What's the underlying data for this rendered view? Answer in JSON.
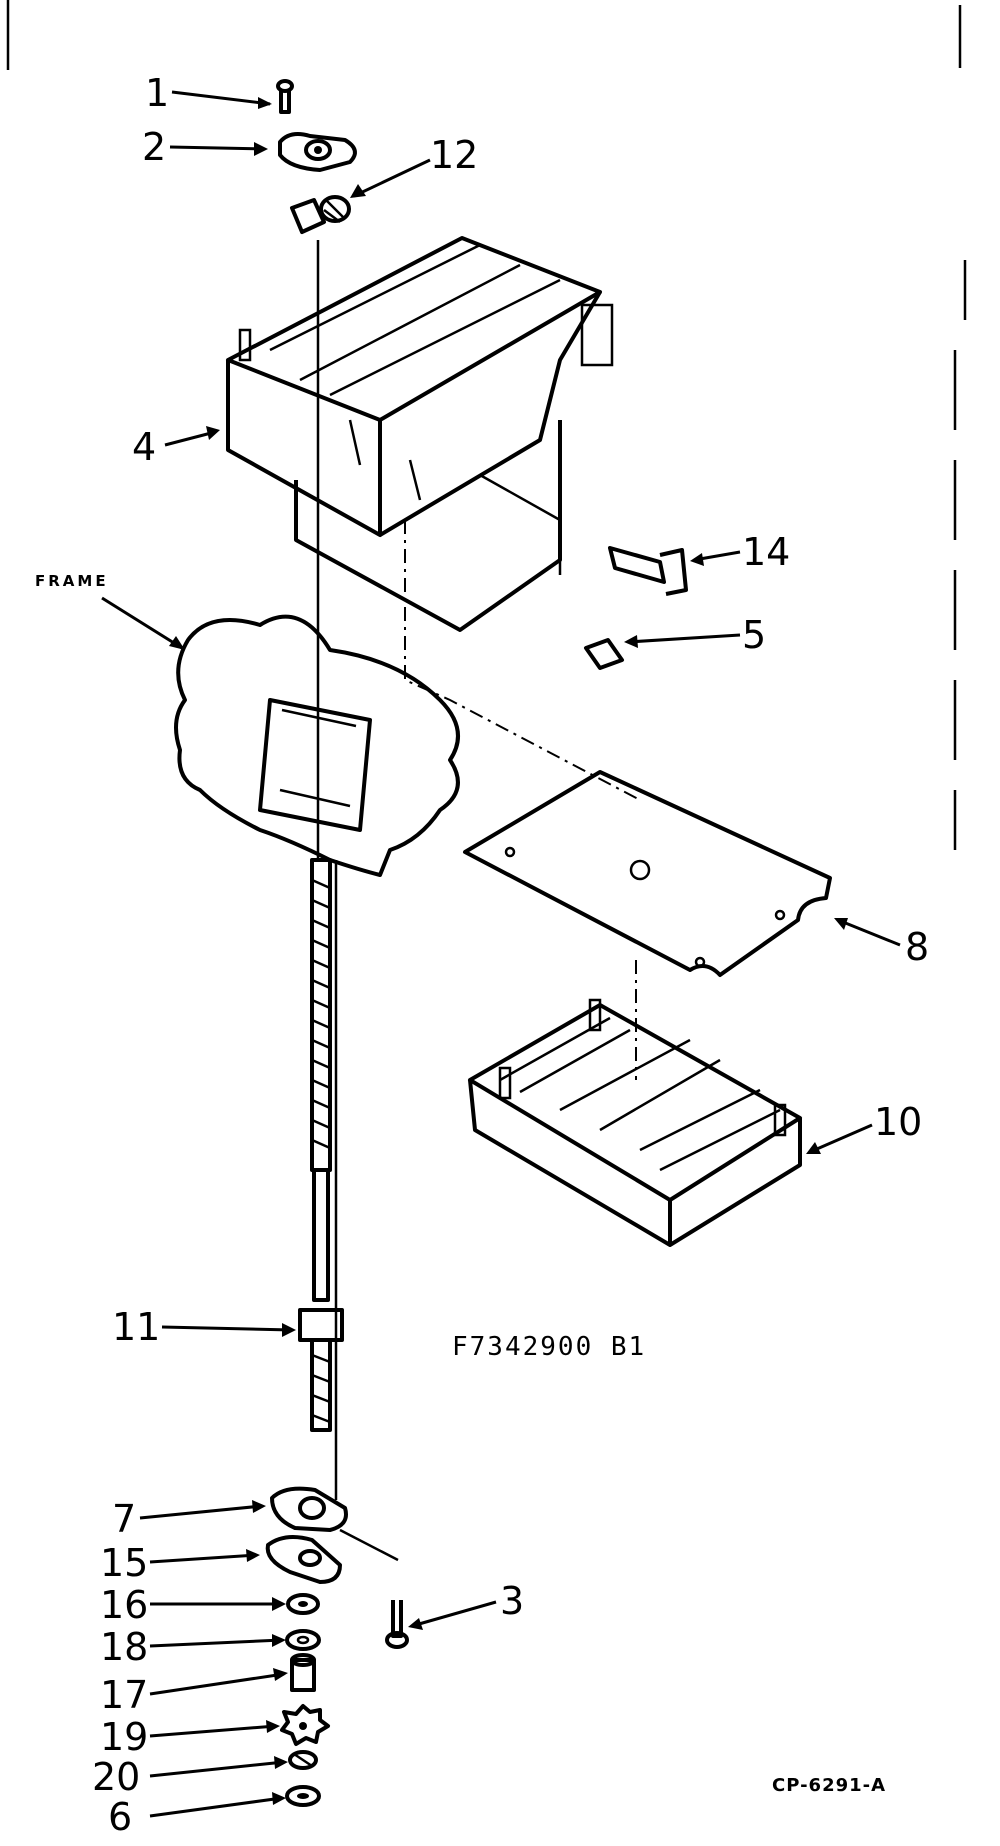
{
  "drawing": {
    "part_code": "F7342900  B1",
    "figure_id": "CP-6291-A",
    "frame_label": "FRAME"
  },
  "callouts": [
    {
      "id": "c1",
      "text": "1"
    },
    {
      "id": "c2",
      "text": "2"
    },
    {
      "id": "c12",
      "text": "12"
    },
    {
      "id": "c4",
      "text": "4"
    },
    {
      "id": "c14",
      "text": "14"
    },
    {
      "id": "c5",
      "text": "5"
    },
    {
      "id": "c8",
      "text": "8"
    },
    {
      "id": "c10",
      "text": "10"
    },
    {
      "id": "c11",
      "text": "11"
    },
    {
      "id": "c7",
      "text": "7"
    },
    {
      "id": "c15",
      "text": "15"
    },
    {
      "id": "c16",
      "text": "16"
    },
    {
      "id": "c3",
      "text": "3"
    },
    {
      "id": "c18",
      "text": "18"
    },
    {
      "id": "c17",
      "text": "17"
    },
    {
      "id": "c19",
      "text": "19"
    },
    {
      "id": "c20",
      "text": "20"
    },
    {
      "id": "c6",
      "text": "6"
    }
  ]
}
